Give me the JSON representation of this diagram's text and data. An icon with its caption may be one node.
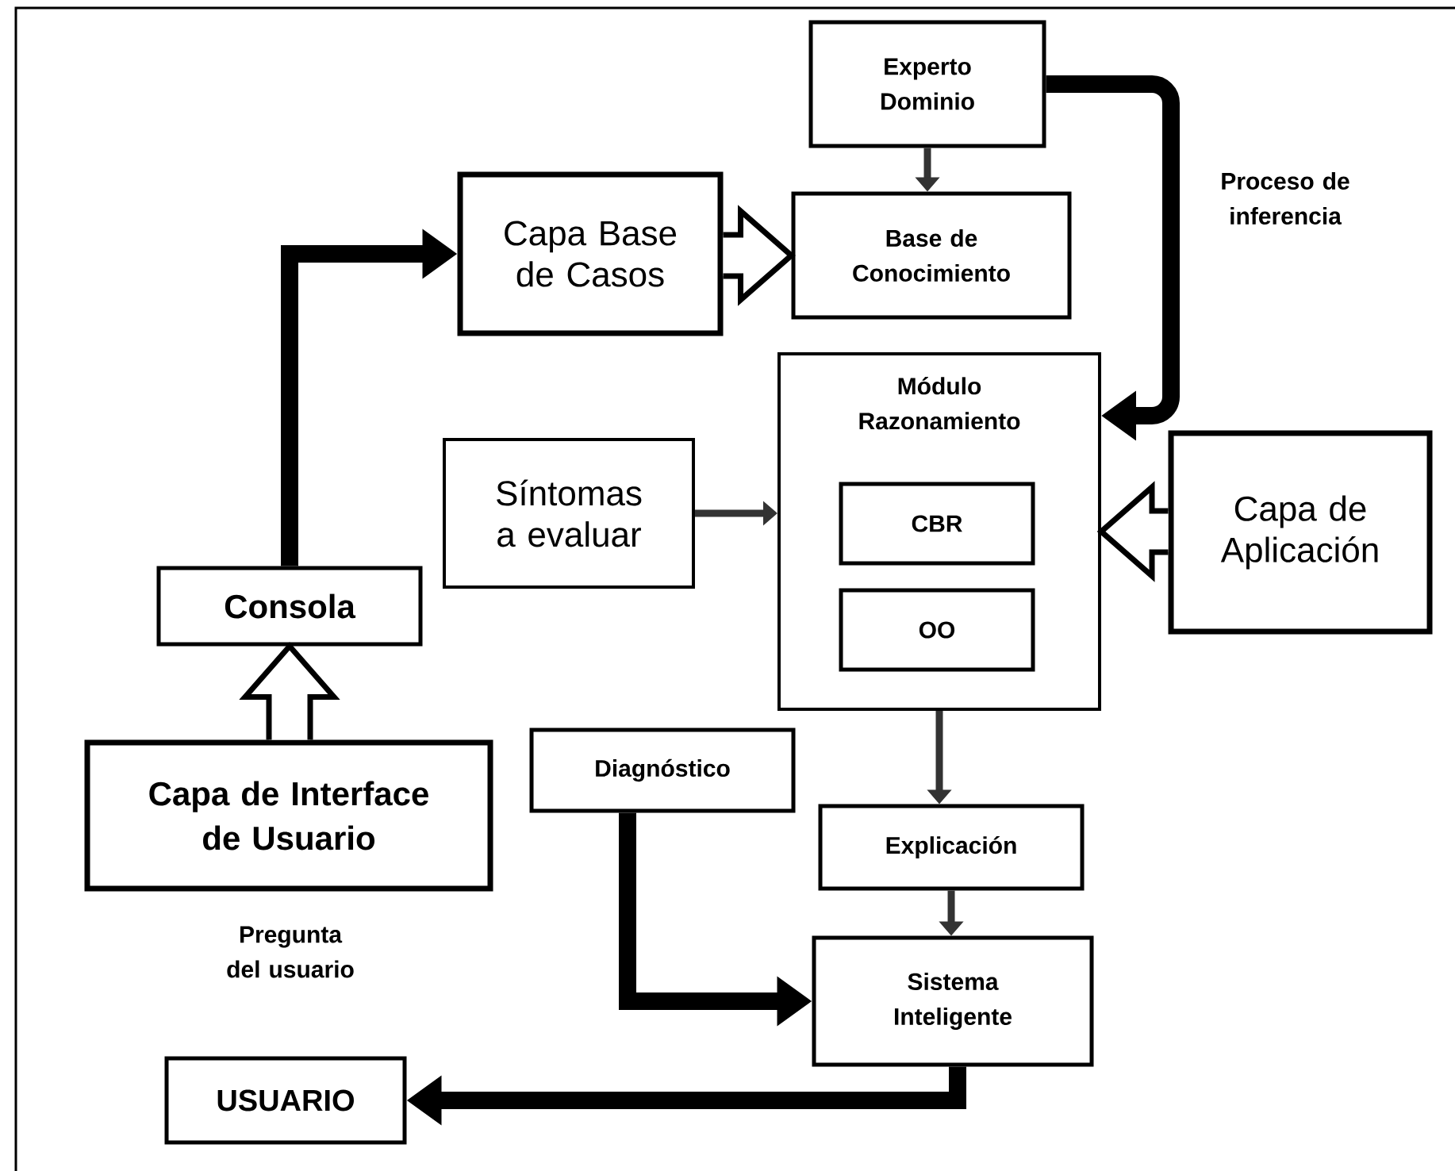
{
  "diagram": {
    "nodes": [
      {
        "text": [
          "Experto Dominio"
        ]
      },
      {
        "text": [
          "Capa Base de Casos"
        ]
      },
      {
        "text": [
          "Base de Conocimiento"
        ]
      },
      {
        "text": [
          "Módulo Razonamiento"
        ]
      },
      {
        "text": [
          "CBR"
        ],
        "in": 3
      },
      {
        "text": [
          "OO"
        ],
        "in": 3
      },
      {
        "text": [
          "Síntomas a evaluar"
        ]
      },
      {
        "text": [
          "Capa de Aplicación"
        ]
      },
      {
        "text": [
          "Consola"
        ]
      },
      {
        "text": [
          "Capa de Interface de Usuario"
        ]
      },
      {
        "text": [
          "Diagnóstico"
        ]
      },
      {
        "text": [
          "Explicación"
        ]
      },
      {
        "text": [
          "Sistema Inteligente"
        ]
      },
      {
        "text": [
          "USUARIO"
        ]
      }
    ],
    "edges": [
      {
        "from": 8,
        "to": 1,
        "arrow": "to",
        "style": "thick"
      },
      {
        "from": 0,
        "to": 2,
        "arrow": "to"
      },
      {
        "from": 1,
        "to": 2,
        "arrow": "to"
      },
      {
        "from": 0,
        "to": 3,
        "arrow": "to",
        "style": "thick"
      },
      {
        "from": 6,
        "to": 3,
        "arrow": "to"
      },
      {
        "from": 7,
        "to": 3,
        "arrow": "to"
      },
      {
        "from": 9,
        "to": 8,
        "arrow": "to"
      },
      {
        "from": 3,
        "to": 11,
        "arrow": "to"
      },
      {
        "from": 11,
        "to": 12,
        "arrow": "to"
      },
      {
        "from": 10,
        "to": 12,
        "arrow": "to",
        "style": "thick"
      },
      {
        "from": 12,
        "to": 13,
        "arrow": "to",
        "style": "thick"
      }
    ],
    "labels": [
      "Proceso de inferencia",
      "Pregunta del usuario"
    ]
  }
}
